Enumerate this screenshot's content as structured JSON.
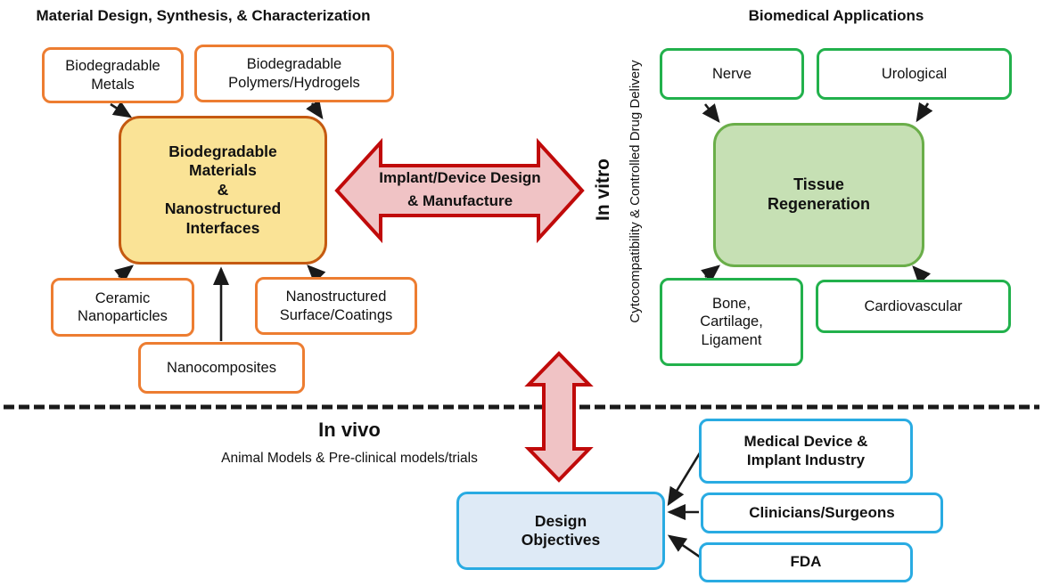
{
  "left": {
    "title": "Material Design, Synthesis, & Characterization",
    "boxes": {
      "metals": "Biodegradable\nMetals",
      "polymers": "Biodegradable\nPolymers/Hydrogels",
      "core": "Biodegradable\nMaterials\n&\nNanostructured\nInterfaces",
      "ceramic": "Ceramic\nNanoparticles",
      "nanosurface": "Nanostructured\nSurface/Coatings",
      "nanocomposites": "Nanocomposites"
    }
  },
  "right": {
    "title": "Biomedical Applications",
    "boxes": {
      "nerve": "Nerve",
      "urological": "Urological",
      "core": "Tissue\nRegeneration",
      "bone": "Bone,\nCartilage,\nLigament",
      "cardiovascular": "Cardiovascular"
    }
  },
  "bridge": {
    "implant_arrow_label": "Implant/Device Design\n& Manufacture",
    "in_vitro": "In vitro",
    "in_vitro_sub": "Cytocompatibility & Controlled Drug Delivery",
    "in_vivo": "In vivo",
    "in_vivo_sub": "Animal Models & Pre-clinical models/trials"
  },
  "bottom": {
    "design": "Design\nObjectives",
    "inputs": {
      "industry": "Medical Device &\nImplant Industry",
      "clinicians": "Clinicians/Surgeons",
      "fda": "FDA"
    }
  },
  "colors": {
    "orange_border": "#ED7D31",
    "orange_dark_border": "#C55A11",
    "yellow_fill": "#FAE396",
    "green_border": "#22B14C",
    "green_dark_border": "#6AAE49",
    "green_fill": "#C6E0B4",
    "blue_border": "#29ABE2",
    "blue_fill": "#DEEAF6",
    "red_arrow_border": "#C00A0A",
    "red_arrow_fill": "#F0C3C5",
    "arrow_black": "#1a1a1a"
  }
}
